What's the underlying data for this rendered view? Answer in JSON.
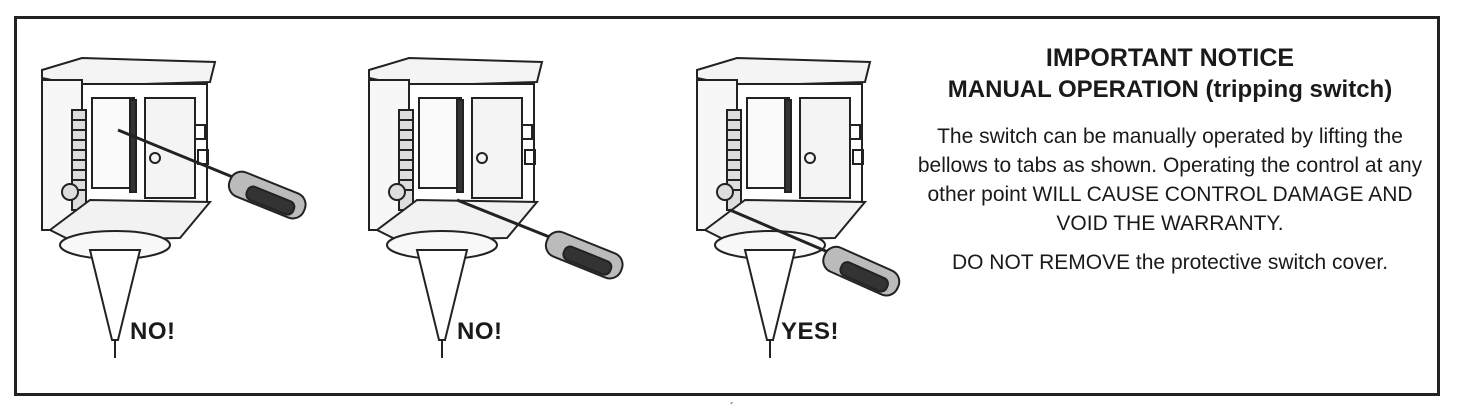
{
  "panels": [
    {
      "verdict": "NO!",
      "tool_target": "bellows-side"
    },
    {
      "verdict": "NO!",
      "tool_target": "base-plate"
    },
    {
      "verdict": "YES!",
      "tool_target": "tabs"
    }
  ],
  "notice": {
    "title": "IMPORTANT NOTICE",
    "subtitle": "MANUAL OPERATION (tripping switch)",
    "body": "The switch can be manually operated by lifting the bellows to tabs as shown. Operating the control at any other point WILL CAUSE CONTROL DAMAGE AND VOID THE WARRANTY.",
    "footer": "DO NOT REMOVE the protective switch cover."
  },
  "footnote_mark": "´"
}
